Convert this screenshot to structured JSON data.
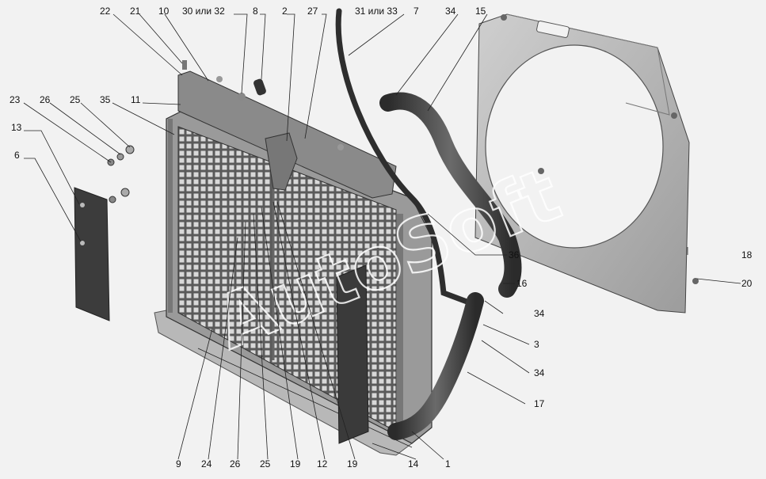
{
  "watermark": "AutoSoft",
  "callouts": {
    "c22": "22",
    "c21": "21",
    "c10": "10",
    "c30": "30 или 32",
    "c8": "8",
    "c2": "2",
    "c27": "27",
    "c31": "31 или 33",
    "c7": "7",
    "c34a": "34",
    "c15": "15",
    "c23": "23",
    "c26a": "26",
    "c25a": "25",
    "c35": "35",
    "c11": "11",
    "c13": "13",
    "c6": "6",
    "c36": "36",
    "c16": "16",
    "c34b": "34",
    "c3": "3",
    "c34c": "34",
    "c17": "17",
    "c18": "18",
    "c20": "20",
    "c9": "9",
    "c24": "24",
    "c26b": "26",
    "c25b": "25",
    "c19a": "19",
    "c12": "12",
    "c19b": "19",
    "c14": "14",
    "c1": "1"
  }
}
